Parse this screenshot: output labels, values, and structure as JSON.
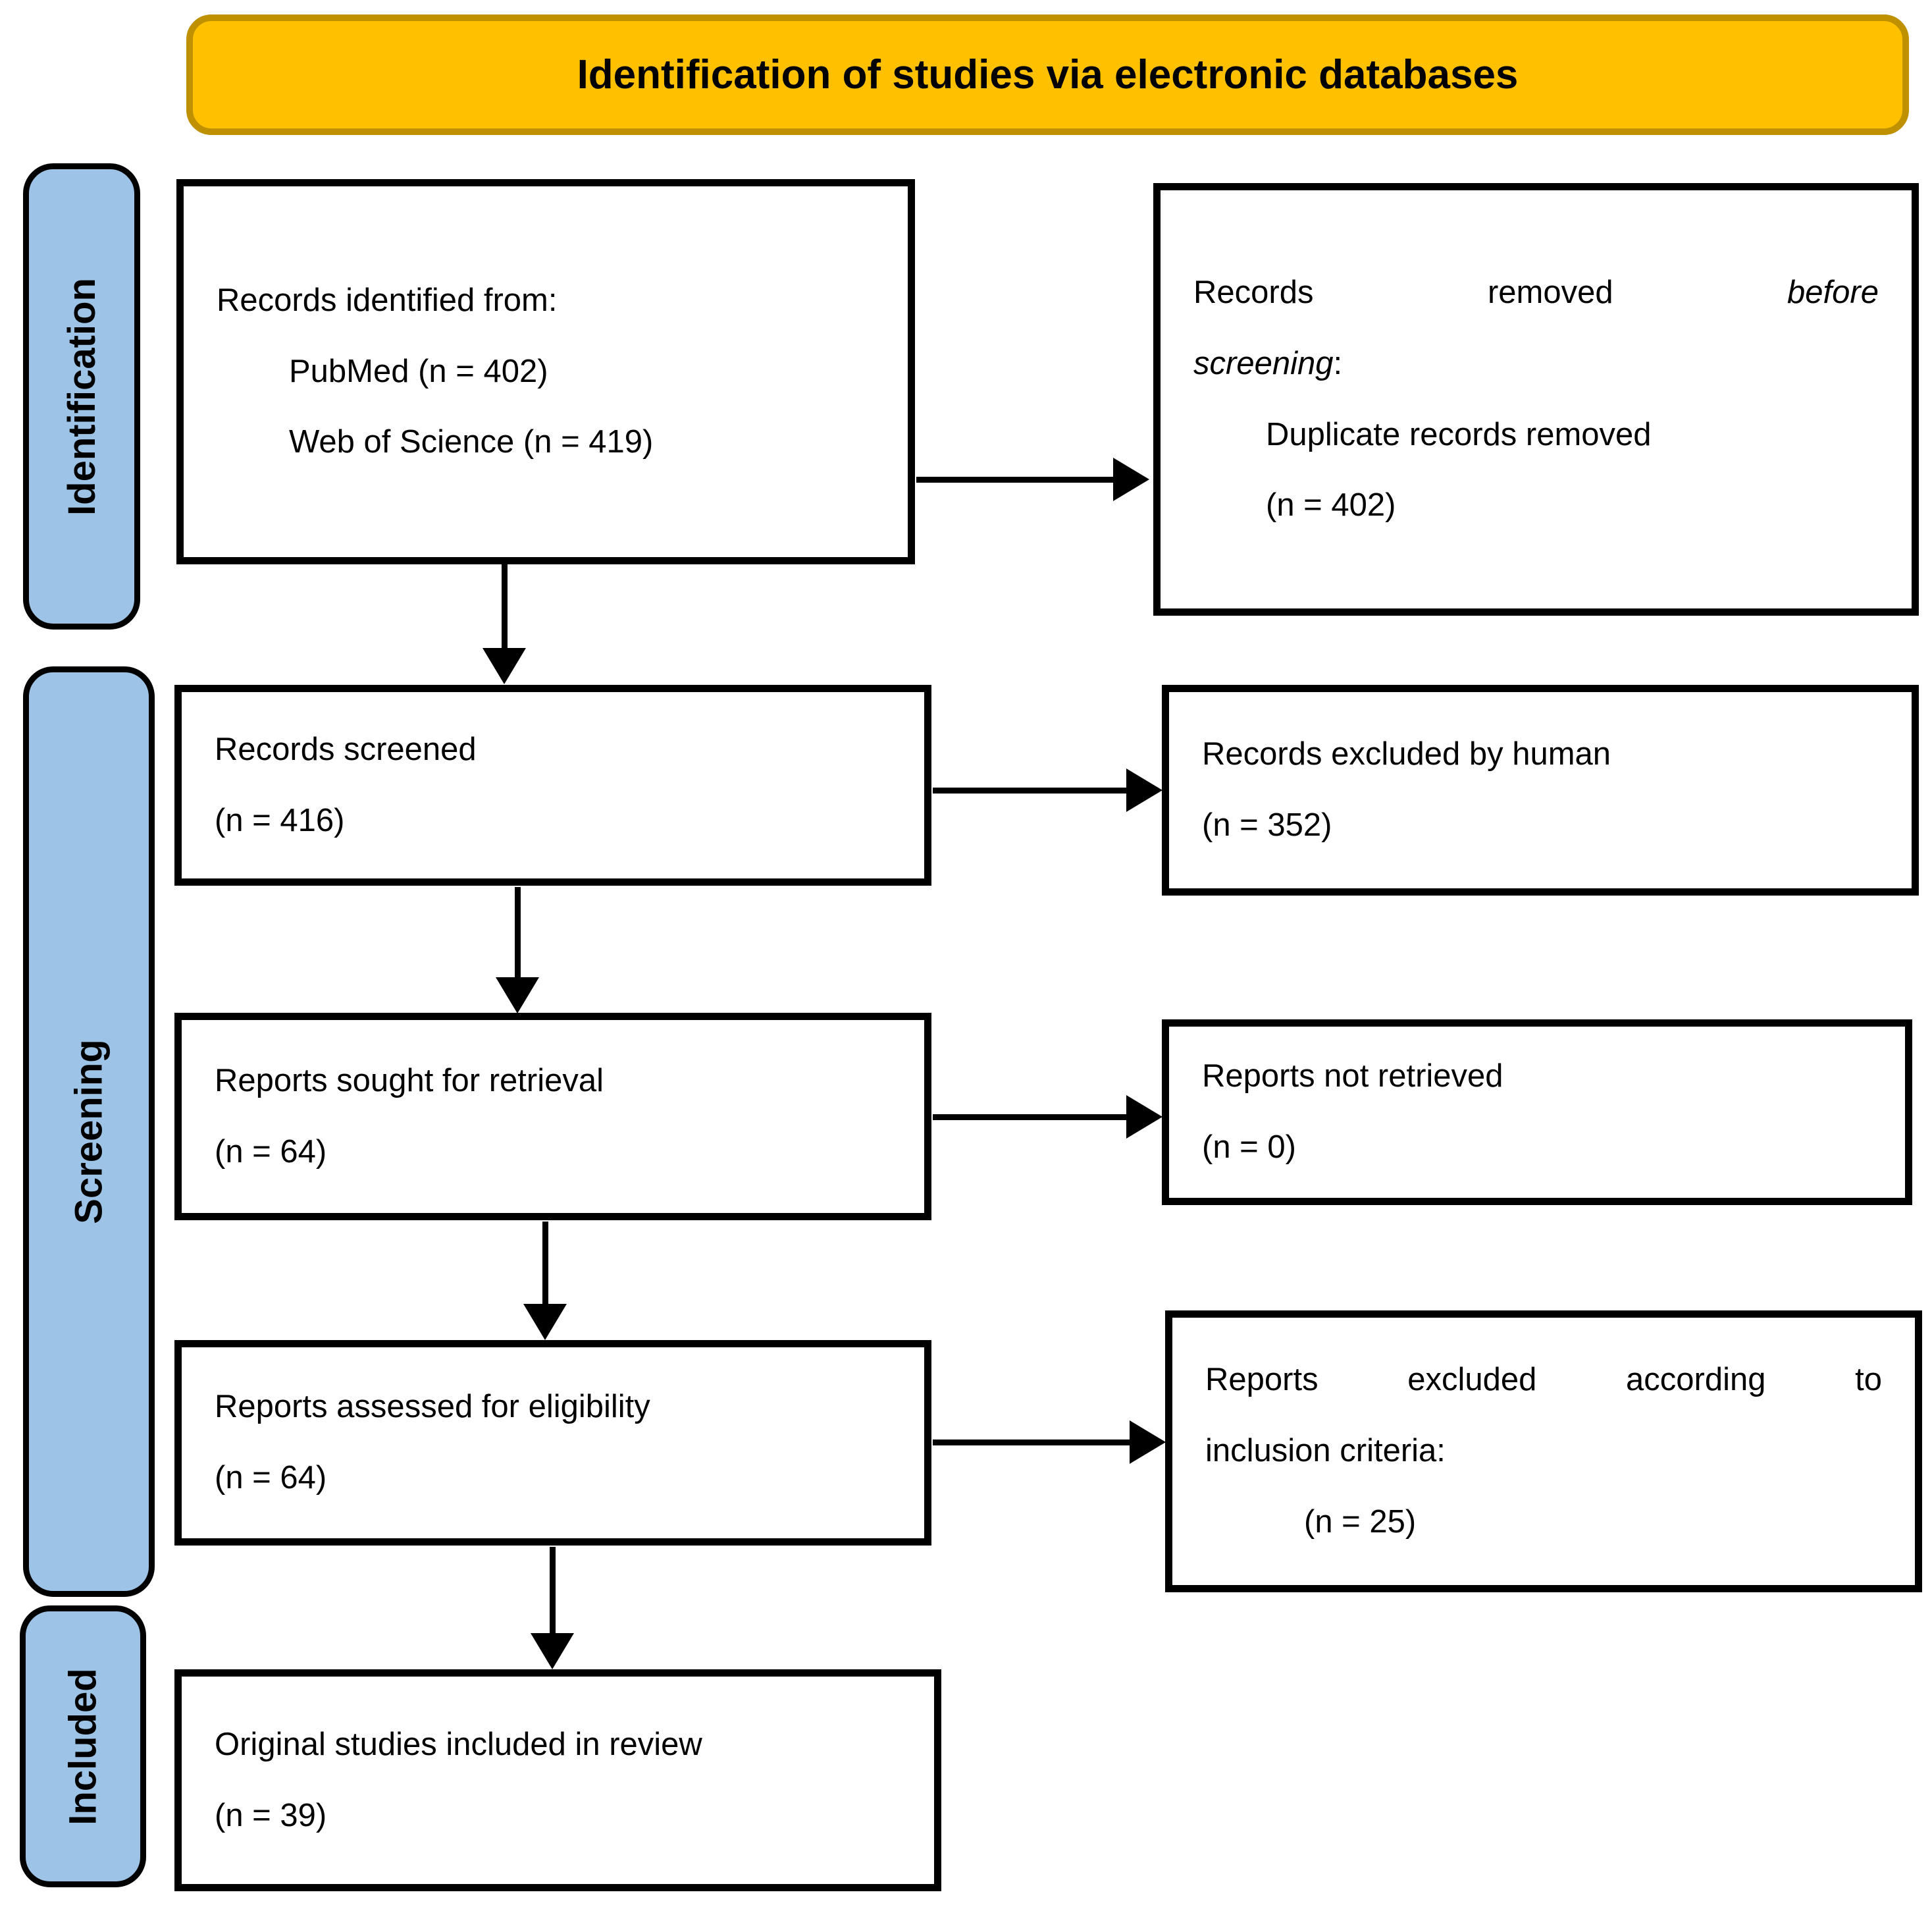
{
  "header": {
    "title": "Identification of studies via electronic databases"
  },
  "sidebar": {
    "identification": "Identification",
    "screening": "Screening",
    "included": "Included"
  },
  "colors": {
    "header_fill": "#FFC000",
    "header_border": "#BF9000",
    "sidebar_fill": "#9DC3E6"
  },
  "boxes": {
    "records_identified": {
      "line1": "Records identified from:",
      "line2": "PubMed (n = 402)",
      "line3": "Web of Science (n = 419)"
    },
    "records_removed": {
      "word1": "Records",
      "word2": "removed",
      "word3_italic": "before",
      "line2_italic": "screening",
      "line2_suffix": ":",
      "line3": "Duplicate records removed",
      "line4": "(n = 402)"
    },
    "records_screened": {
      "line1": "Records screened",
      "line2": "(n = 416)"
    },
    "records_excluded": {
      "line1": "Records excluded by human",
      "line2": "(n = 352)"
    },
    "reports_sought": {
      "line1": "Reports sought for retrieval",
      "line2": "(n = 64)"
    },
    "reports_not_retrieved": {
      "line1": "Reports not retrieved",
      "line2": "(n = 0)"
    },
    "reports_assessed": {
      "line1": "Reports assessed for eligibility",
      "line2": "(n = 64)"
    },
    "reports_excluded": {
      "word1": "Reports",
      "word2": "excluded",
      "word3": "according",
      "word4": "to",
      "line2": "inclusion criteria:",
      "line3": "(n = 25)"
    },
    "studies_included": {
      "line1": "Original studies included in review",
      "line2": "(n = 39)"
    }
  }
}
